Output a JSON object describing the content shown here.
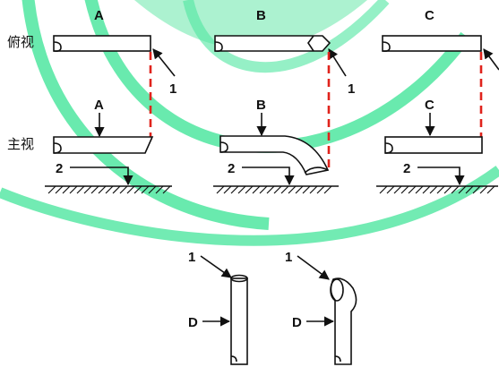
{
  "labels": {
    "view_top": "俯视",
    "view_front": "主视",
    "col_a": "A",
    "col_b": "B",
    "col_c": "C",
    "one": "1",
    "two": "2",
    "d": "D"
  },
  "colors": {
    "watermark_green": "#4fe6a0",
    "watermark_fill": "#9df0c8",
    "dashed_red": "#e0231c",
    "ink": "#111111"
  },
  "icons": {
    "ground": "hatched-ground-line",
    "arrow": "arrowhead"
  }
}
